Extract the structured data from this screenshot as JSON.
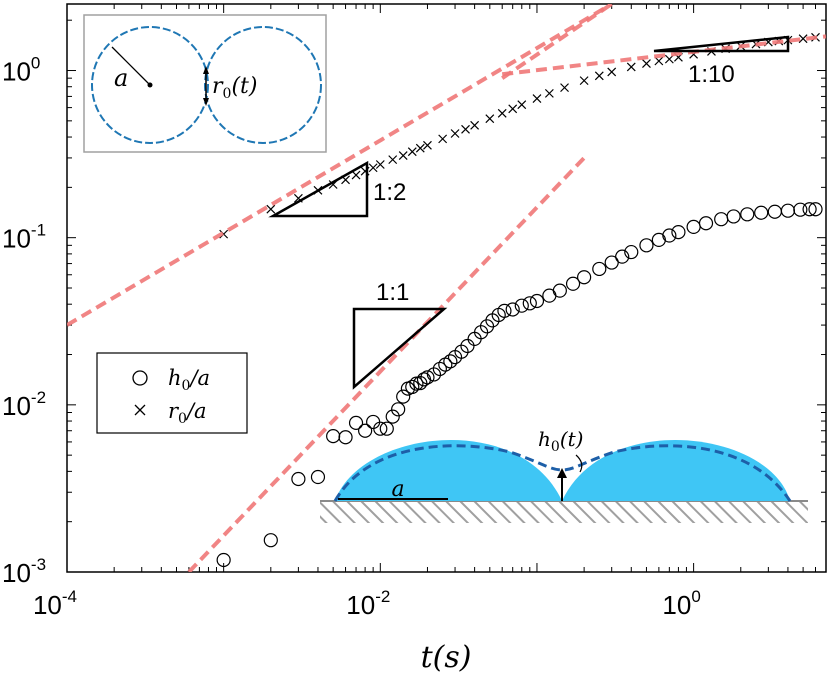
{
  "chart_data": {
    "type": "scatter",
    "x_scale": "log",
    "y_scale": "log",
    "xlim": [
      0.0001,
      7
    ],
    "ylim": [
      0.001,
      2.5
    ],
    "xlabel": "t(s)",
    "x_ticks": [
      {
        "value": 0.0001,
        "base": "10",
        "exp": "-4"
      },
      {
        "value": 0.01,
        "base": "10",
        "exp": "-2"
      },
      {
        "value": 1,
        "base": "10",
        "exp": "0"
      }
    ],
    "y_ticks": [
      {
        "value": 0.001,
        "base": "10",
        "exp": "-3"
      },
      {
        "value": 0.01,
        "base": "10",
        "exp": "-2"
      },
      {
        "value": 0.1,
        "base": "10",
        "exp": "-1"
      },
      {
        "value": 1,
        "base": "10",
        "exp": "0"
      }
    ],
    "legend": {
      "placement": "lower-left",
      "entries": [
        {
          "marker": "circle",
          "base": "h",
          "sub": "0",
          "rest": "/a"
        },
        {
          "marker": "cross",
          "base": "r",
          "sub": "0",
          "rest": "/a"
        }
      ]
    },
    "series": [
      {
        "marker": "circle",
        "points": [
          [
            0.001,
            0.00118
          ],
          [
            0.002,
            0.00155
          ],
          [
            0.003,
            0.0036
          ],
          [
            0.004,
            0.0037
          ],
          [
            0.005,
            0.0065
          ],
          [
            0.006,
            0.0064
          ],
          [
            0.007,
            0.0078
          ],
          [
            0.008,
            0.007
          ],
          [
            0.009,
            0.0079
          ],
          [
            0.01,
            0.0072
          ],
          [
            0.011,
            0.0072
          ],
          [
            0.012,
            0.0085
          ],
          [
            0.013,
            0.0094
          ],
          [
            0.014,
            0.0112
          ],
          [
            0.015,
            0.0125
          ],
          [
            0.016,
            0.0128
          ],
          [
            0.017,
            0.0134
          ],
          [
            0.018,
            0.0135
          ],
          [
            0.019,
            0.0142
          ],
          [
            0.02,
            0.0146
          ],
          [
            0.022,
            0.0152
          ],
          [
            0.024,
            0.0164
          ],
          [
            0.026,
            0.0174
          ],
          [
            0.028,
            0.0182
          ],
          [
            0.03,
            0.0193
          ],
          [
            0.033,
            0.0208
          ],
          [
            0.036,
            0.0225
          ],
          [
            0.04,
            0.0248
          ],
          [
            0.044,
            0.0272
          ],
          [
            0.048,
            0.0295
          ],
          [
            0.052,
            0.032
          ],
          [
            0.057,
            0.0345
          ],
          [
            0.062,
            0.0365
          ],
          [
            0.07,
            0.0372
          ],
          [
            0.08,
            0.0392
          ],
          [
            0.09,
            0.0405
          ],
          [
            0.1,
            0.0418
          ],
          [
            0.12,
            0.045
          ],
          [
            0.14,
            0.0482
          ],
          [
            0.17,
            0.053
          ],
          [
            0.2,
            0.058
          ],
          [
            0.25,
            0.065
          ],
          [
            0.3,
            0.071
          ],
          [
            0.35,
            0.077
          ],
          [
            0.4,
            0.082
          ],
          [
            0.5,
            0.09
          ],
          [
            0.6,
            0.097
          ],
          [
            0.7,
            0.103
          ],
          [
            0.8,
            0.108
          ],
          [
            1.0,
            0.116
          ],
          [
            1.2,
            0.122
          ],
          [
            1.5,
            0.129
          ],
          [
            1.8,
            0.134
          ],
          [
            2.2,
            0.138
          ],
          [
            2.7,
            0.141
          ],
          [
            3.3,
            0.143
          ],
          [
            4.0,
            0.145
          ],
          [
            4.8,
            0.147
          ],
          [
            5.5,
            0.148
          ],
          [
            6.0,
            0.148
          ]
        ]
      },
      {
        "marker": "cross",
        "points": [
          [
            0.001,
            0.105
          ],
          [
            0.002,
            0.148
          ],
          [
            0.003,
            0.172
          ],
          [
            0.004,
            0.192
          ],
          [
            0.005,
            0.208
          ],
          [
            0.006,
            0.222
          ],
          [
            0.007,
            0.237
          ],
          [
            0.008,
            0.25
          ],
          [
            0.009,
            0.262
          ],
          [
            0.01,
            0.274
          ],
          [
            0.012,
            0.293
          ],
          [
            0.014,
            0.31
          ],
          [
            0.016,
            0.327
          ],
          [
            0.018,
            0.343
          ],
          [
            0.02,
            0.357
          ],
          [
            0.025,
            0.39
          ],
          [
            0.03,
            0.42
          ],
          [
            0.035,
            0.445
          ],
          [
            0.04,
            0.47
          ],
          [
            0.05,
            0.515
          ],
          [
            0.06,
            0.555
          ],
          [
            0.07,
            0.59
          ],
          [
            0.08,
            0.625
          ],
          [
            0.1,
            0.68
          ],
          [
            0.12,
            0.73
          ],
          [
            0.15,
            0.79
          ],
          [
            0.2,
            0.87
          ],
          [
            0.25,
            0.93
          ],
          [
            0.3,
            0.98
          ],
          [
            0.4,
            1.05
          ],
          [
            0.5,
            1.1
          ],
          [
            0.6,
            1.14
          ],
          [
            0.7,
            1.17
          ],
          [
            0.8,
            1.2
          ],
          [
            1.0,
            1.25
          ],
          [
            1.3,
            1.3
          ],
          [
            1.6,
            1.35
          ],
          [
            2.0,
            1.4
          ],
          [
            2.5,
            1.44
          ],
          [
            3.0,
            1.48
          ],
          [
            3.5,
            1.5
          ],
          [
            4.0,
            1.52
          ],
          [
            5.0,
            1.55
          ],
          [
            6.0,
            1.58
          ]
        ]
      }
    ],
    "reference_lines": [
      {
        "color": "#f07878",
        "from": [
          0.0001,
          0.03
        ],
        "to": [
          0.3,
          2.5
        ]
      },
      {
        "color": "#f07878",
        "from": [
          0.0006,
          0.001
        ],
        "to": [
          0.2,
          0.3
        ]
      },
      {
        "color": "#f07878",
        "from": [
          0.06,
          0.9
        ],
        "to": [
          0.3,
          2.5
        ]
      },
      {
        "color": "#f07878",
        "from": [
          0.06,
          0.95
        ],
        "to": [
          7,
          1.6
        ]
      }
    ],
    "slope_triangles": [
      {
        "label": "1:2"
      },
      {
        "label": "1:1"
      },
      {
        "label": "1:10"
      }
    ],
    "inset_top": {
      "label_radius": "a",
      "label_neck": {
        "base": "r",
        "sub": "0",
        "rest": "(t)"
      }
    },
    "inset_bottom": {
      "label_radius": "a",
      "label_height": {
        "base": "h",
        "sub": "0",
        "rest": "(t)"
      }
    },
    "colors": {
      "reference": "#f07878",
      "drop_fill": "#3fc6f5",
      "drop_outline": "#1d5fa8",
      "inset_circle": "#1f77b4",
      "substrate": "#9a9a9a"
    }
  }
}
